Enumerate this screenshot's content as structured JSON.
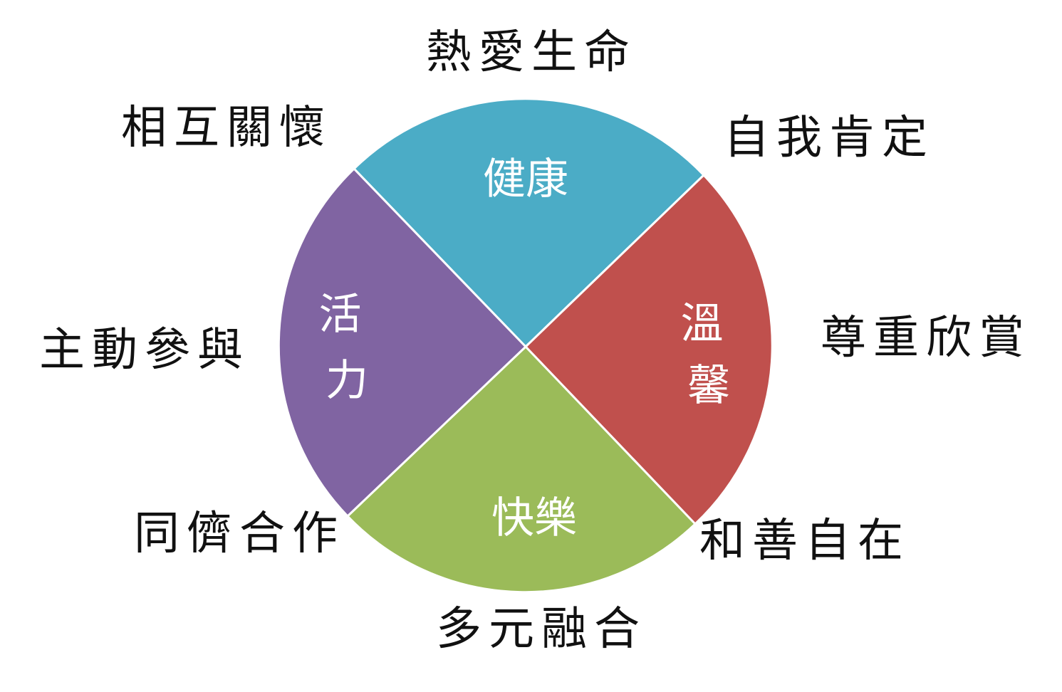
{
  "segments": [
    {
      "name": "top",
      "label": "健康",
      "color": "#4BACC6"
    },
    {
      "name": "right",
      "label": "溫馨",
      "color": "#C0504D"
    },
    {
      "name": "bottom",
      "label": "快樂",
      "color": "#9BBB59"
    },
    {
      "name": "left",
      "label": "活力",
      "color": "#8064A2"
    }
  ],
  "outer_labels": {
    "top": "熱愛生命",
    "top_left": "相互關懷",
    "top_right": "自我肯定",
    "left": "主動參與",
    "right": "尊重欣賞",
    "bottom_left": "同儕合作",
    "bottom_right": "和善自在",
    "bottom": "多元融合"
  }
}
